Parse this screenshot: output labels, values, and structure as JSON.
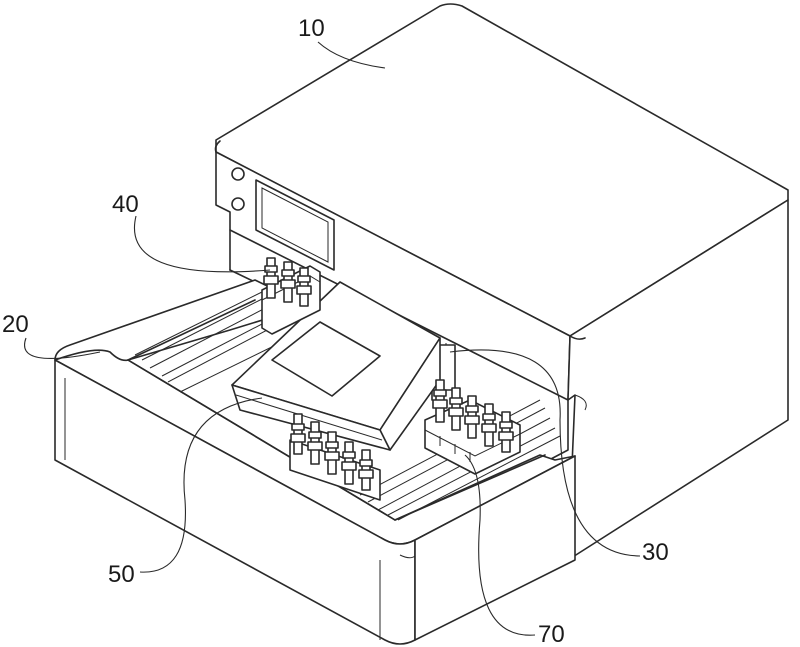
{
  "figure": {
    "labels": {
      "housing": "10",
      "tray": "20",
      "rail_assembly": "30",
      "clamp_group_left": "40",
      "carriage": "50",
      "clamp_group_right": "70"
    }
  }
}
